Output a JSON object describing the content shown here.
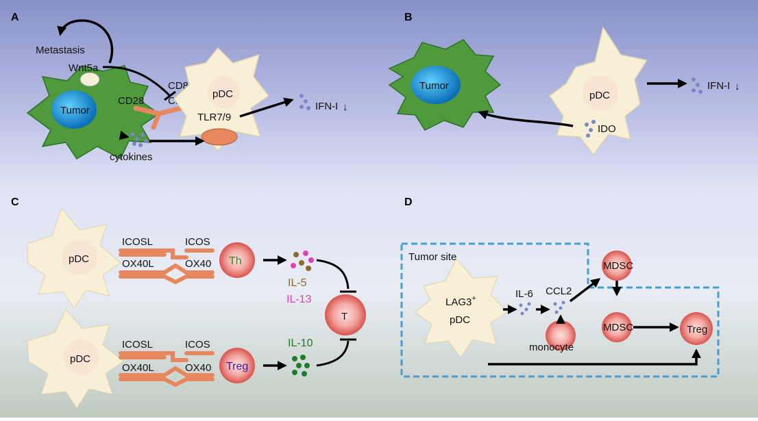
{
  "panels": {
    "a": "A",
    "b": "B",
    "c": "C",
    "d": "D"
  },
  "panel_a": {
    "metastasis": "Metastasis",
    "wnt5a": "Wnt5a",
    "tumor": "Tumor",
    "cd28": "CD28",
    "cd80": "CD80",
    "cd86": "CD86",
    "pdc": "pDC",
    "tlr": "TLR7/9",
    "ifn": "IFN-I",
    "cytokines": "cytokines"
  },
  "panel_b": {
    "tumor": "Tumor",
    "pdc": "pDC",
    "ido": "IDO",
    "ifn": "IFN-I"
  },
  "panel_c": {
    "pdc_top": "pDC",
    "icosl_top": "ICOSL",
    "icos_top": "ICOS",
    "ox40l_top": "OX40L",
    "ox40_top": "OX40",
    "th": "Th",
    "il5": "IL-5",
    "il13": "IL-13",
    "t": "T",
    "pdc_bottom": "pDC",
    "icosl_bottom": "ICOSL",
    "icos_bottom": "ICOS",
    "ox40l_bottom": "OX40L",
    "ox40_bottom": "OX40",
    "treg": "Treg",
    "il10": "IL-10"
  },
  "panel_d": {
    "tumor_site": "Tumor site",
    "lag3": "LAG3",
    "lag3_sup": "+",
    "pdc": "pDC",
    "il6": "IL-6",
    "ccl2": "CCL2",
    "monocyte": "monocyte",
    "mdsc_top": "MDSC",
    "mdsc_mid": "MDSC",
    "treg": "Treg"
  },
  "colors": {
    "cell_fill": "#f7efd6",
    "tumor_green": "#4f9a3c",
    "nucleus_blue": "#1e90d6",
    "receptor_orange": "#e7875f",
    "red_cell": "#de5b55",
    "th_text": "#2a8a2a",
    "treg_text": "#3b1a9c",
    "il5_text": "#8b6a2b",
    "il13_text": "#e040b0",
    "il10_text": "#1f7a2a",
    "dash_box": "#4a9ccf"
  }
}
